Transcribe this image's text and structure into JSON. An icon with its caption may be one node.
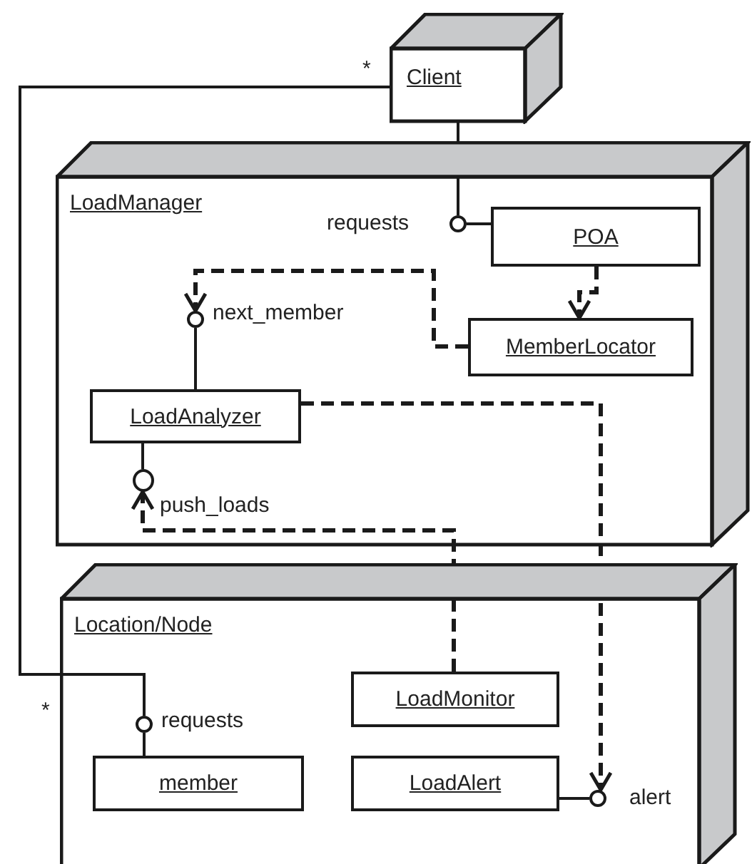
{
  "diagram": {
    "nodes": [
      {
        "text": [
          "Client"
        ]
      },
      {
        "text": [
          "LoadManager"
        ]
      },
      {
        "text": [],
        "shape": "circle",
        "beside": [
          "requests"
        ],
        "in": 1
      },
      {
        "text": [
          "POA"
        ],
        "in": 1
      },
      {
        "text": [],
        "shape": "circle",
        "beside": [
          "next_member"
        ],
        "in": 1
      },
      {
        "text": [
          "MemberLocator"
        ],
        "in": 1
      },
      {
        "text": [
          "LoadAnalyzer"
        ],
        "in": 1
      },
      {
        "text": [],
        "shape": "circle",
        "beside": [
          "push_loads"
        ],
        "in": 1
      },
      {
        "text": [
          "Location/Node"
        ]
      },
      {
        "text": [
          "LoadMonitor"
        ],
        "in": 8
      },
      {
        "text": [],
        "shape": "circle",
        "beside": [
          "requests"
        ],
        "in": 8
      },
      {
        "text": [
          "member"
        ],
        "in": 8
      },
      {
        "text": [
          "LoadAlert"
        ],
        "in": 8
      },
      {
        "text": [],
        "shape": "circle",
        "beside": [
          "alert"
        ],
        "in": 8
      }
    ],
    "edges": [
      {
        "from": 0,
        "to": 2,
        "arrow": "none"
      },
      {
        "from": 3,
        "to": 2,
        "arrow": "none"
      },
      {
        "from": 0,
        "to": 10,
        "arrow": "none"
      },
      {
        "from": 11,
        "to": 10,
        "arrow": "none"
      },
      {
        "from": 3,
        "to": 5,
        "arrow": "to",
        "style": "dashed"
      },
      {
        "from": 5,
        "to": 4,
        "arrow": "to",
        "style": "dashed"
      },
      {
        "from": 6,
        "to": 4,
        "arrow": "none"
      },
      {
        "from": 6,
        "to": 7,
        "arrow": "none"
      },
      {
        "from": 9,
        "to": 7,
        "arrow": "to",
        "style": "dashed"
      },
      {
        "from": 6,
        "to": 13,
        "arrow": "to",
        "style": "dashed"
      },
      {
        "from": 12,
        "to": 13,
        "arrow": "none"
      }
    ],
    "labels": [
      "*",
      "*"
    ]
  }
}
